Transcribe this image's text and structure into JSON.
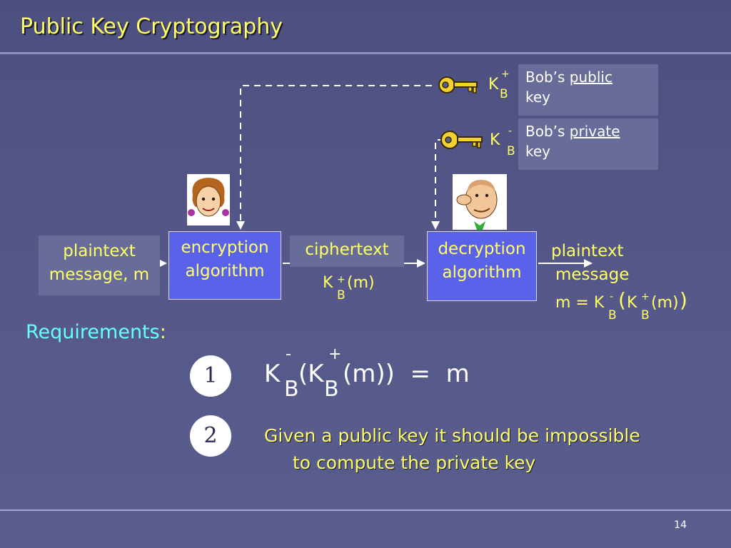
{
  "title": "Public Key Cryptography",
  "diagram": {
    "left_input": {
      "line1": "plaintext",
      "line2": "message, m"
    },
    "encryption": {
      "line1": "encryption",
      "line2": "algorithm"
    },
    "ciphertext": {
      "label": "ciphertext",
      "k": "K",
      "sub": "B",
      "sup": "+",
      "arg": "(m)"
    },
    "decryption": {
      "line1": "decryption",
      "line2": "algorithm"
    },
    "right_output": {
      "line1": "plaintext",
      "line2": "message",
      "eq": "m = K",
      "sub1": "B",
      "sup1": "-",
      "open": "(",
      "k2": "K",
      "sub2": "B",
      "sup2": "+",
      "arg": "(m)",
      "close": ")"
    },
    "public_key": {
      "k": "K",
      "sup": "+",
      "sub": "B",
      "note_pre": "Bob’s ",
      "note_u": "public",
      "note_post": "key"
    },
    "private_key": {
      "k": "K",
      "sup": "-",
      "sub": "B",
      "note_pre": "Bob’s ",
      "note_u": "private",
      "note_post": "key"
    }
  },
  "requirements": {
    "heading": "Requirements",
    "colon": ":",
    "req1": {
      "number": "1",
      "k1": "K",
      "sup1": "-",
      "sub1": "B",
      "open": "(K",
      "sup2": "+",
      "sub2": "B",
      "rest": "(m))  =  m"
    },
    "req2": {
      "number": "2",
      "line1": "Given a public key it should be impossible",
      "line2": "to compute the private key"
    }
  },
  "page_number": "14",
  "colors": {
    "title": "#ffff66",
    "heading": "#66ffff",
    "box_blue": "#5b62ea",
    "box_dark": "#686c98"
  }
}
